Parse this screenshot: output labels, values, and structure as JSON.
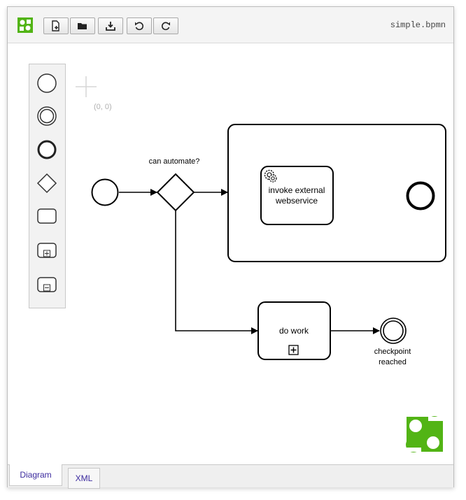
{
  "toolbar": {
    "filename": "simple.bpmn",
    "buttons": [
      {
        "name": "new-diagram-button",
        "icon": "new-file-icon"
      },
      {
        "name": "open-diagram-button",
        "icon": "folder-icon"
      },
      {
        "name": "download-button",
        "icon": "download-icon"
      },
      {
        "name": "undo-button",
        "icon": "undo-icon"
      },
      {
        "name": "redo-button",
        "icon": "redo-icon"
      }
    ]
  },
  "palette": {
    "tools": [
      "start-event",
      "intermediate-event",
      "end-event",
      "gateway",
      "task",
      "collapsed-subprocess",
      "expanded-subprocess"
    ]
  },
  "canvas": {
    "origin_label": "(0, 0)"
  },
  "diagram": {
    "gateway_label": "can automate?",
    "service_task_label_line1": "invoke external",
    "service_task_label_line2": "webservice",
    "subprocess_label": "do work",
    "checkpoint_label_line1": "checkpoint",
    "checkpoint_label_line2": "reached"
  },
  "tabs": [
    {
      "label": "Diagram",
      "active": true
    },
    {
      "label": "XML",
      "active": false
    }
  ],
  "colors": {
    "brand_green": "#52b415",
    "tab_text": "#3b2a9e"
  }
}
